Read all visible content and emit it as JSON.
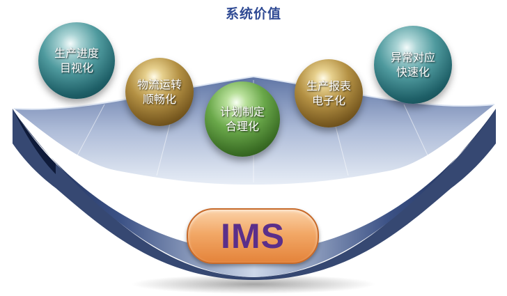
{
  "title": "系统价值",
  "core": {
    "label": "IMS"
  },
  "nodes": [
    {
      "line1": "生产进度",
      "line2": "目视化",
      "color": "teal"
    },
    {
      "line1": "物流运转",
      "line2": "顺畅化",
      "color": "gold"
    },
    {
      "line1": "计划制定",
      "line2": "合理化",
      "color": "green"
    },
    {
      "line1": "生产报表",
      "line2": "电子化",
      "color": "gold"
    },
    {
      "line1": "异常对应",
      "line2": "快速化",
      "color": "teal"
    }
  ],
  "colors": {
    "title": "#2f4a94",
    "bowl_dark": "#1c2e5a",
    "bowl_light": "#b8c6e0",
    "core_fill": "#f2a867",
    "core_text": "#5b2f8a"
  }
}
